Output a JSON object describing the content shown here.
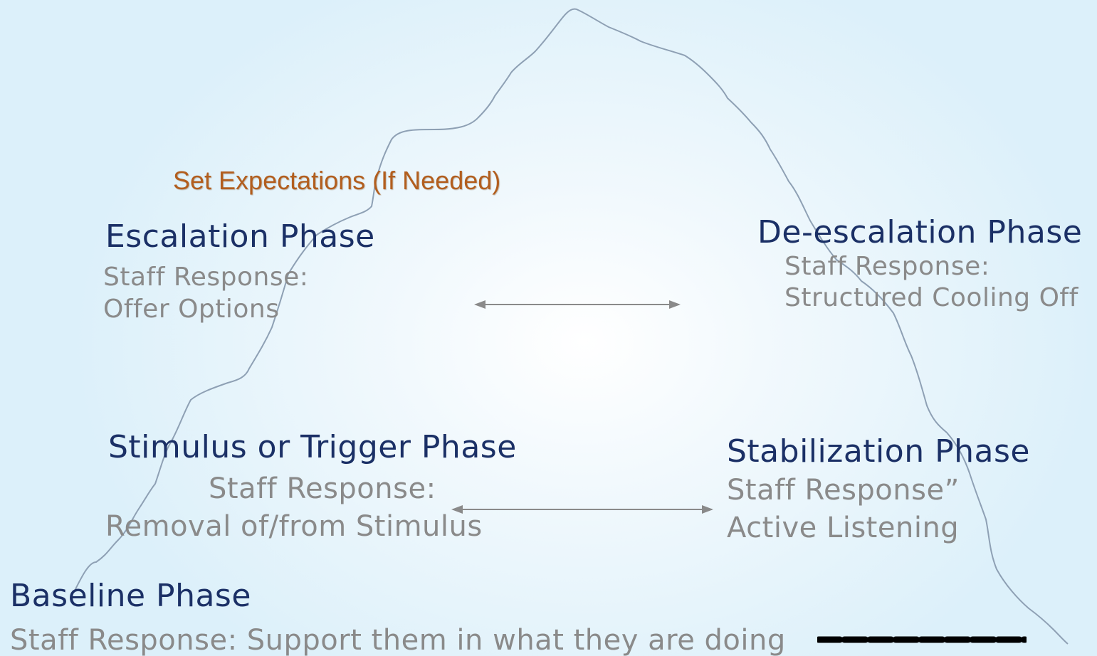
{
  "colors": {
    "phase_title": "#1b3066",
    "staff_response": "#8a8a8a",
    "note": "#b25e1e",
    "outline": "#8ea0b4",
    "arrow": "#8a8a8a"
  },
  "note": {
    "set_expectations": "Set Expectations (If Needed)"
  },
  "phases": {
    "escalation": {
      "title": "Escalation Phase",
      "response_label": "Staff Response:",
      "response_action": "Offer Options"
    },
    "de_escalation": {
      "title": "De-escalation Phase",
      "response_label": "Staff Response:",
      "response_action": "Structured Cooling Off"
    },
    "stimulus": {
      "title": "Stimulus or Trigger Phase",
      "response_label": "Staff Response:",
      "response_action": "Removal of/from Stimulus"
    },
    "stabilization": {
      "title": "Stabilization Phase",
      "response_label": "Staff Response”",
      "response_action": "Active Listening"
    },
    "baseline": {
      "title": "Baseline Phase",
      "response": "Staff Response:  Support them in what they are doing"
    }
  }
}
